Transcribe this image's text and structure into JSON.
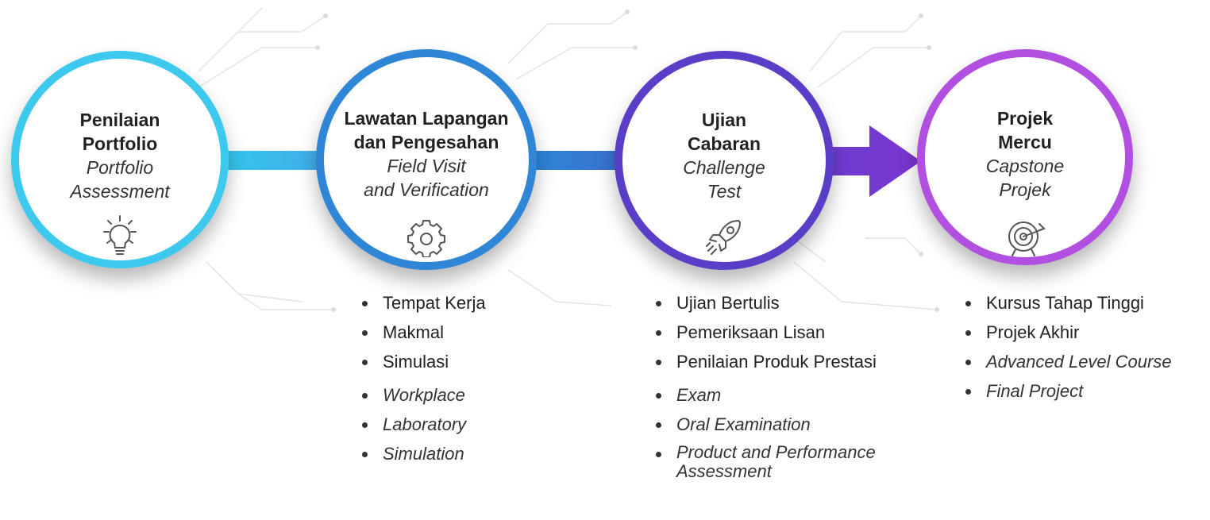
{
  "steps": [
    {
      "title": "Penilaian\nPortfolio",
      "subtitle": "Portfolio\nAssessment",
      "icon": "lightbulb-icon",
      "color": "#38c6ec",
      "items": [],
      "items_en": []
    },
    {
      "title": "Lawatan Lapangan\ndan Pengesahan",
      "subtitle": "Field Visit\nand Verification",
      "icon": "gear-icon",
      "color": "#2f86d6",
      "items": [
        "Tempat Kerja",
        "Makmal",
        "Simulasi"
      ],
      "items_en": [
        "Workplace",
        "Laboratory",
        "Simulation"
      ]
    },
    {
      "title": "Ujian\nCabaran",
      "subtitle": "Challenge\nTest",
      "icon": "rocket-icon",
      "color": "#5a3ec8",
      "items": [
        "Ujian Bertulis",
        "Pemeriksaan Lisan",
        "Penilaian Produk Prestasi"
      ],
      "items_en": [
        "Exam",
        "Oral Examination",
        "Product and Performance\nAssessment"
      ]
    },
    {
      "title": "Projek\nMercu",
      "subtitle": "Capstone\nProjek",
      "icon": "target-icon",
      "color": "#b14fe0",
      "items": [
        "Kursus Tahap Tinggi",
        "Projek Akhir"
      ],
      "items_en": [
        "Advanced Level Course",
        "Final Project"
      ]
    }
  ]
}
